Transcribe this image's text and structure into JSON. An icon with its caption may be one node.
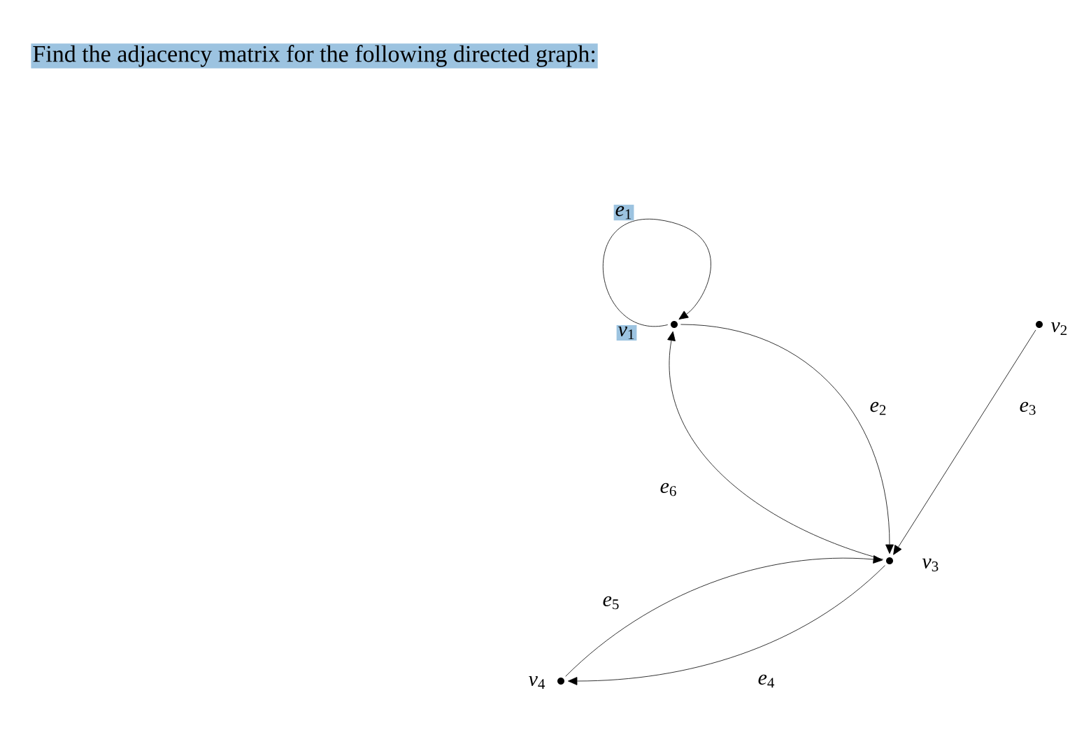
{
  "diagram": {
    "title": "Find the adjacency matrix for the following directed graph:",
    "nodes": [
      {
        "text": [],
        "shape": "circle",
        "beside": [
          "*v*$_{1}$"
        ]
      },
      {
        "text": [],
        "shape": "circle",
        "beside": [
          "*v*$_{2}$"
        ]
      },
      {
        "text": [],
        "shape": "circle",
        "beside": [
          "*v*$_{3}$"
        ]
      },
      {
        "text": [],
        "shape": "circle",
        "beside": [
          "*v*$_{4}$"
        ]
      }
    ],
    "edges": [
      {
        "from": 0,
        "to": 0,
        "arrow": "to",
        "label": "*e*$_{1}$"
      },
      {
        "from": 0,
        "to": 2,
        "arrow": "to",
        "label": "*e*$_{2}$"
      },
      {
        "from": 1,
        "to": 2,
        "arrow": "to",
        "label": "*e*$_{3}$"
      },
      {
        "from": 2,
        "to": 3,
        "arrow": "to",
        "label": "*e*$_{4}$"
      },
      {
        "from": 3,
        "to": 2,
        "arrow": "to",
        "label": "*e*$_{5}$"
      },
      {
        "from": 2,
        "to": 0,
        "arrow": "to",
        "label": "*e*$_{6}$"
      }
    ]
  }
}
